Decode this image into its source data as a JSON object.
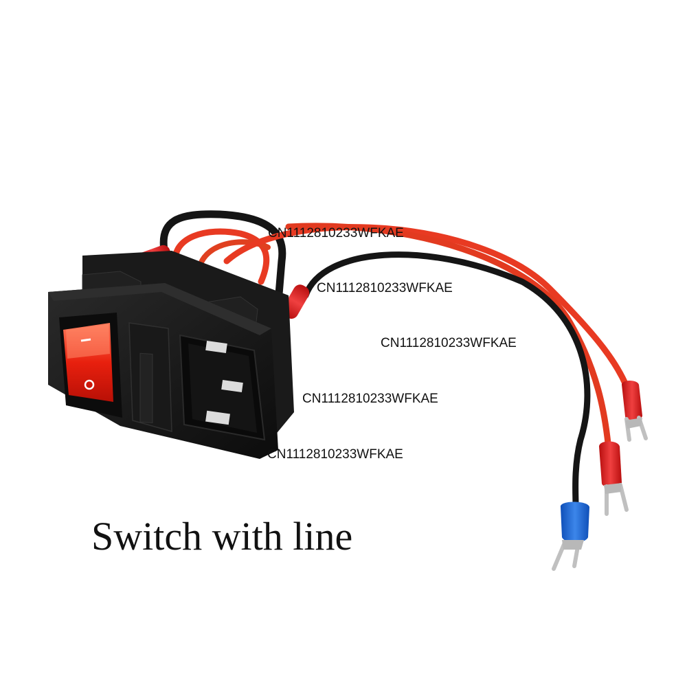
{
  "caption": "Switch with line",
  "watermarks": [
    "CN1112810233WFKAE",
    "CN1112810233WFKAE",
    "CN1112810233WFKAE",
    "CN1112810233WFKAE",
    "CN1112810233WFKAE"
  ],
  "colors": {
    "housing": "#141414",
    "switch_red": "#e8200e",
    "wire_red": "#e83a22",
    "wire_black": "#151515",
    "terminal_red": "#d61a1a",
    "terminal_blue": "#1a5fd0",
    "metal": "#b8b8b8"
  }
}
